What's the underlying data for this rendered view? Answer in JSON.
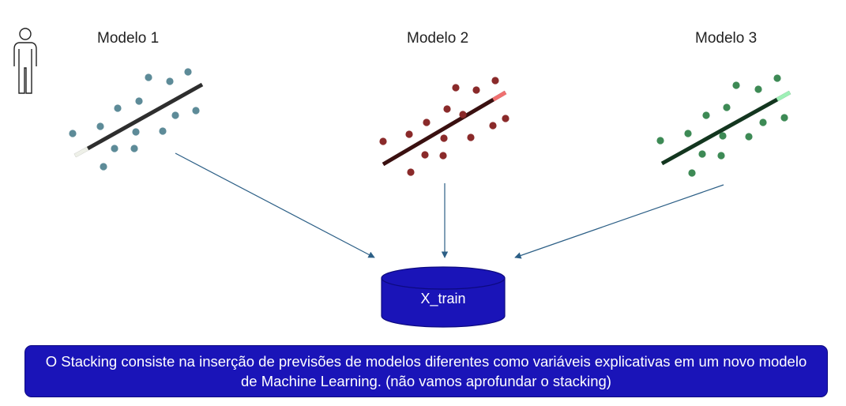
{
  "models": [
    {
      "title": "Modelo 1",
      "dot_color": "#5d8b98",
      "line_color": "#2e2e2e",
      "line_tip_color": "#eef0e8"
    },
    {
      "title": "Modelo 2",
      "dot_color": "#8a2a2a",
      "line_color": "#3a1010",
      "line_tip_color": "#f07070"
    },
    {
      "title": "Modelo 3",
      "dot_color": "#3d8a55",
      "line_color": "#13361f",
      "line_tip_color": "#9ef0b6"
    }
  ],
  "database": {
    "label": "X_train",
    "fill_color": "#1a14b8"
  },
  "caption": "O Stacking consiste na inserção de previsões de modelos diferentes como variáveis explicativas em um novo modelo de Machine Learning. (não vamos aprofundar o stacking)",
  "colors": {
    "arrow": "#2c5f86",
    "caption_bg": "#1a14b8"
  },
  "icons": [
    "person-icon"
  ]
}
